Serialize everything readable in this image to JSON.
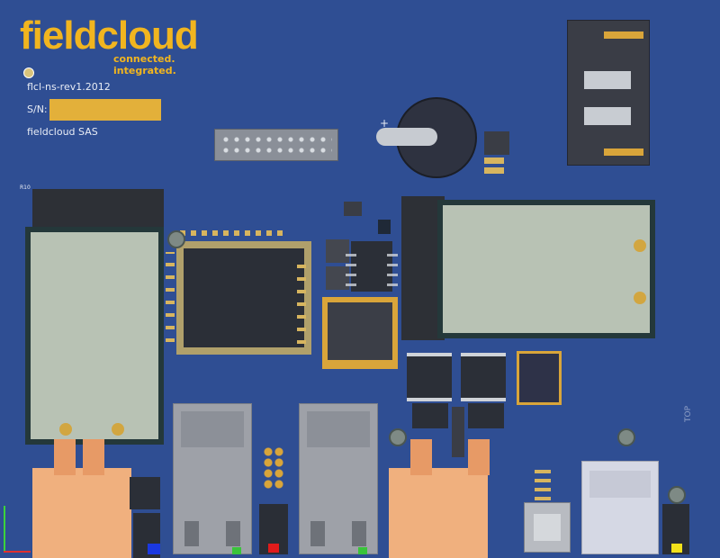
{
  "board": {
    "logo_text": "fieldcloud",
    "tagline": "connected. integrated.",
    "revision": "flcl-ns-rev1.2012",
    "serial_label": "S/N:",
    "company": "fieldcloud SAS",
    "top_label": "TOP",
    "r10_label": "R10"
  },
  "colors": {
    "pcb": "#2f4e93",
    "logo": "#f1b51f",
    "silkscreen": "#e8ecf5"
  }
}
